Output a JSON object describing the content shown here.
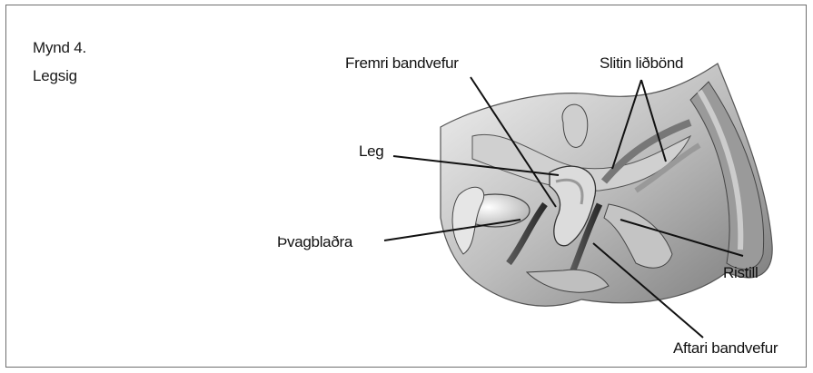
{
  "figure": {
    "caption_number": "Mynd 4.",
    "caption_title": "Legsig"
  },
  "labels": {
    "anterior_tissue": "Fremri bandvefur",
    "torn_ligaments": "Slitin liðbönd",
    "uterus": "Leg",
    "bladder": "Þvagblaðra",
    "colon": "Ristill",
    "posterior_tissue": "Aftari bandvefur"
  }
}
